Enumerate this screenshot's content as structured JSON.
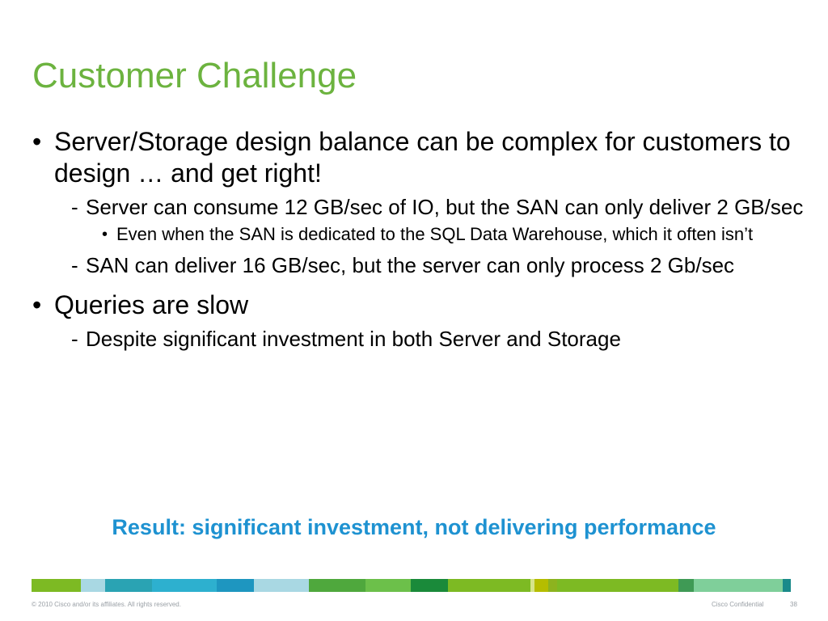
{
  "title": "Customer Challenge",
  "bullets": {
    "b1": {
      "text": "Server/Storage design balance can be complex for customers to design … and get right!",
      "sub1": {
        "text": "Server can consume 12 GB/sec of IO, but the SAN can only deliver 2 GB/sec",
        "sub1": "Even when the SAN is dedicated to the SQL Data Warehouse, which it often isn’t"
      },
      "sub2": "SAN can deliver 16 GB/sec, but the server can only process 2 Gb/sec"
    },
    "b2": {
      "text": "Queries are slow",
      "sub1": "Despite significant investment in both Server and Storage"
    }
  },
  "bullet_symbol": "•",
  "dash_symbol": "-",
  "result": "Result: significant investment, not delivering performance",
  "footer": {
    "copyright": "© 2010 Cisco and/or its affiliates. All rights reserved.",
    "confidential": "Cisco Confidential",
    "page_number": "38"
  },
  "stripe_colors": [
    "#7dba23",
    "#a9d8e3",
    "#2aa3b3",
    "#2db0cf",
    "#1e96c0",
    "#a9d8e3",
    "#4fa83d",
    "#6cc04a",
    "#1a8a3a",
    "#7dba23",
    "#d6e48a",
    "#b5bd00",
    "#8db31f",
    "#7dba23",
    "#3f9a55",
    "#7fcf9a",
    "#1a8a8a"
  ]
}
